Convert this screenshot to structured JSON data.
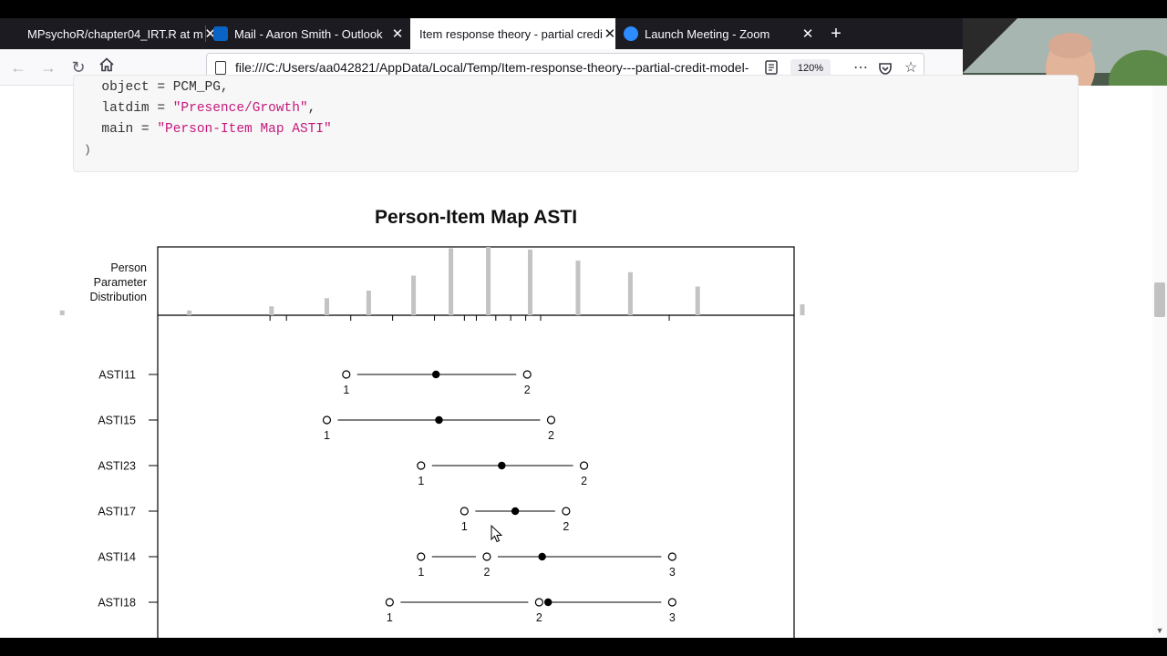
{
  "browser": {
    "tabs": [
      {
        "title": "MPsychoR/chapter04_IRT.R at m",
        "icon": "github-icon",
        "active": false
      },
      {
        "title": "Mail - Aaron Smith - Outlook",
        "icon": "outlook-icon",
        "active": false
      },
      {
        "title": "Item response theory - partial credi",
        "icon": "none",
        "active": true
      },
      {
        "title": "Launch Meeting - Zoom",
        "icon": "zoom-icon",
        "active": false
      }
    ],
    "new_tab_label": "+",
    "url": "file:///C:/Users/aa042821/AppData/Local/Temp/Item-response-theory---partial-credit-model-",
    "zoom": "120%",
    "close_glyph": "✕"
  },
  "code": {
    "lines": [
      {
        "prefix": "  object = PCM_PG,",
        "string": "",
        "suffix": ""
      },
      {
        "prefix": "  latdim = ",
        "string": "\"Presence/Growth\"",
        "suffix": ","
      },
      {
        "prefix": "  main = ",
        "string": "\"Person-Item Map ASTI\"",
        "suffix": ""
      },
      {
        "prefix": ")",
        "string": "",
        "suffix": ""
      }
    ]
  },
  "chart_data": {
    "type": "scatter",
    "title": "Person-Item Map ASTI",
    "person_panel_label": [
      "Person",
      "Parameter",
      "Distribution"
    ],
    "person_distribution": [
      {
        "x": -2.95,
        "h": 0.07
      },
      {
        "x": -2.1,
        "h": 0.07
      },
      {
        "x": -1.55,
        "h": 0.13
      },
      {
        "x": -1.18,
        "h": 0.25
      },
      {
        "x": -0.9,
        "h": 0.36
      },
      {
        "x": -0.6,
        "h": 0.58
      },
      {
        "x": -0.35,
        "h": 0.98
      },
      {
        "x": -0.1,
        "h": 1.0
      },
      {
        "x": 0.18,
        "h": 0.96
      },
      {
        "x": 0.5,
        "h": 0.8
      },
      {
        "x": 0.85,
        "h": 0.63
      },
      {
        "x": 1.3,
        "h": 0.42
      },
      {
        "x": 2.0,
        "h": 0.16
      }
    ],
    "threshold_ticks": [
      -1.56,
      -1.45,
      -1.02,
      -0.74,
      -0.46,
      -0.26,
      -0.18,
      -0.05,
      0.05,
      0.15,
      0.25,
      1.11
    ],
    "items": [
      {
        "name": "ASTI11",
        "location": -0.45,
        "thresholds": [
          -1.05,
          0.16
        ],
        "labels": [
          "1",
          "2"
        ]
      },
      {
        "name": "ASTI15",
        "location": -0.43,
        "thresholds": [
          -1.18,
          0.32
        ],
        "labels": [
          "1",
          "2"
        ]
      },
      {
        "name": "ASTI23",
        "location": -0.01,
        "thresholds": [
          -0.55,
          0.54
        ],
        "labels": [
          "1",
          "2"
        ]
      },
      {
        "name": "ASTI17",
        "location": 0.08,
        "thresholds": [
          -0.26,
          0.42
        ],
        "labels": [
          "1",
          "2"
        ]
      },
      {
        "name": "ASTI14",
        "location": 0.26,
        "thresholds": [
          -0.55,
          -0.11,
          1.13
        ],
        "labels": [
          "1",
          "2",
          "3"
        ]
      },
      {
        "name": "ASTI18",
        "location": 0.3,
        "thresholds": [
          -0.76,
          0.24,
          1.13
        ],
        "labels": [
          "1",
          "2",
          "3"
        ]
      }
    ]
  }
}
